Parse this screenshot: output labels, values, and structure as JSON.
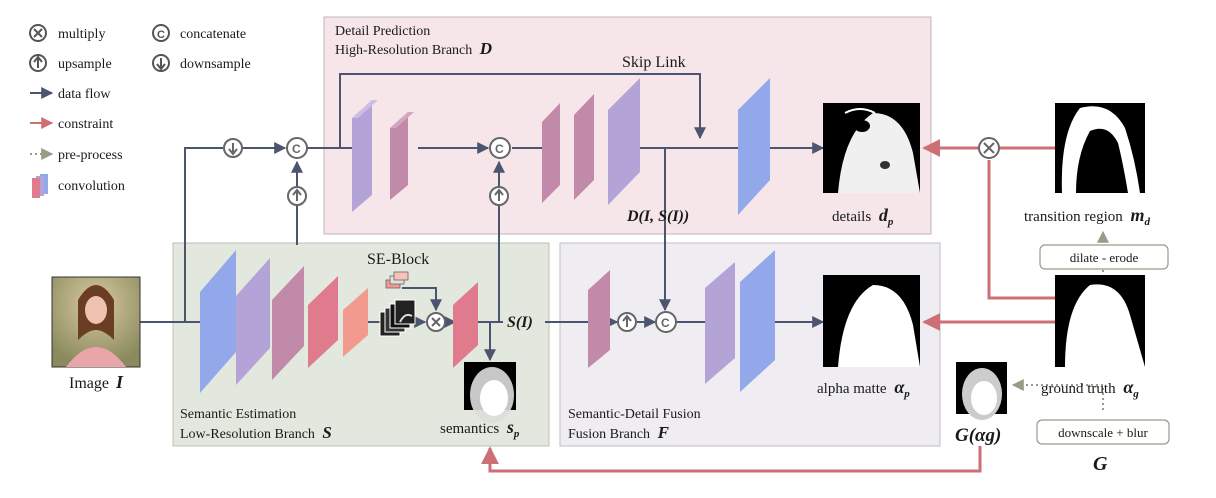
{
  "legend": {
    "multiply": "multiply",
    "concatenate": "concatenate",
    "upsample": "upsample",
    "downsample": "downsample",
    "data_flow": "data flow",
    "constraint": "constraint",
    "pre_process": "pre-process",
    "convolution": "convolution"
  },
  "branches": {
    "detail_line1": "Detail Prediction",
    "detail_line2": "High-Resolution Branch",
    "detail_symbol": "D",
    "semantic_line1": "Semantic Estimation",
    "semantic_line2": "Low-Resolution Branch",
    "semantic_symbol": "S",
    "fusion_line1": "Semantic-Detail Fusion",
    "fusion_line2": "Fusion Branch",
    "fusion_symbol": "F"
  },
  "labels": {
    "skip_link": "Skip Link",
    "se_block": "SE-Block",
    "d_expr": "D(I, S(I))",
    "s_expr": "S(I)",
    "details_text": "details",
    "details_symbol": "d",
    "details_sub": "p",
    "transition_text": "transition region",
    "transition_symbol": "m",
    "transition_sub": "d",
    "dilate_erode": "dilate - erode",
    "image_text": "Image",
    "image_symbol": "I",
    "semantics_text": "semantics",
    "semantics_symbol": "s",
    "semantics_sub": "p",
    "alpha_text": "alpha matte",
    "alpha_symbol": "α",
    "alpha_sub": "p",
    "gt_text": "ground truth",
    "gt_symbol": "α",
    "gt_sub": "g",
    "g_alpha": "G(αg)",
    "downscale_blur": "downscale + blur",
    "g_symbol": "G"
  },
  "colors": {
    "data_flow": "#4b5570",
    "constraint": "#cd6f74",
    "pre_process": "#9a9a86",
    "detail_bg": "#f6e6ea",
    "semantic_bg": "#e3e8df",
    "fusion_bg": "#efedf1",
    "conv_blue": "#93a8ea",
    "conv_purple": "#b4a3d6",
    "conv_mauve": "#c08aa8",
    "conv_pink": "#e07b8d",
    "conv_salmon": "#f39a8f"
  }
}
